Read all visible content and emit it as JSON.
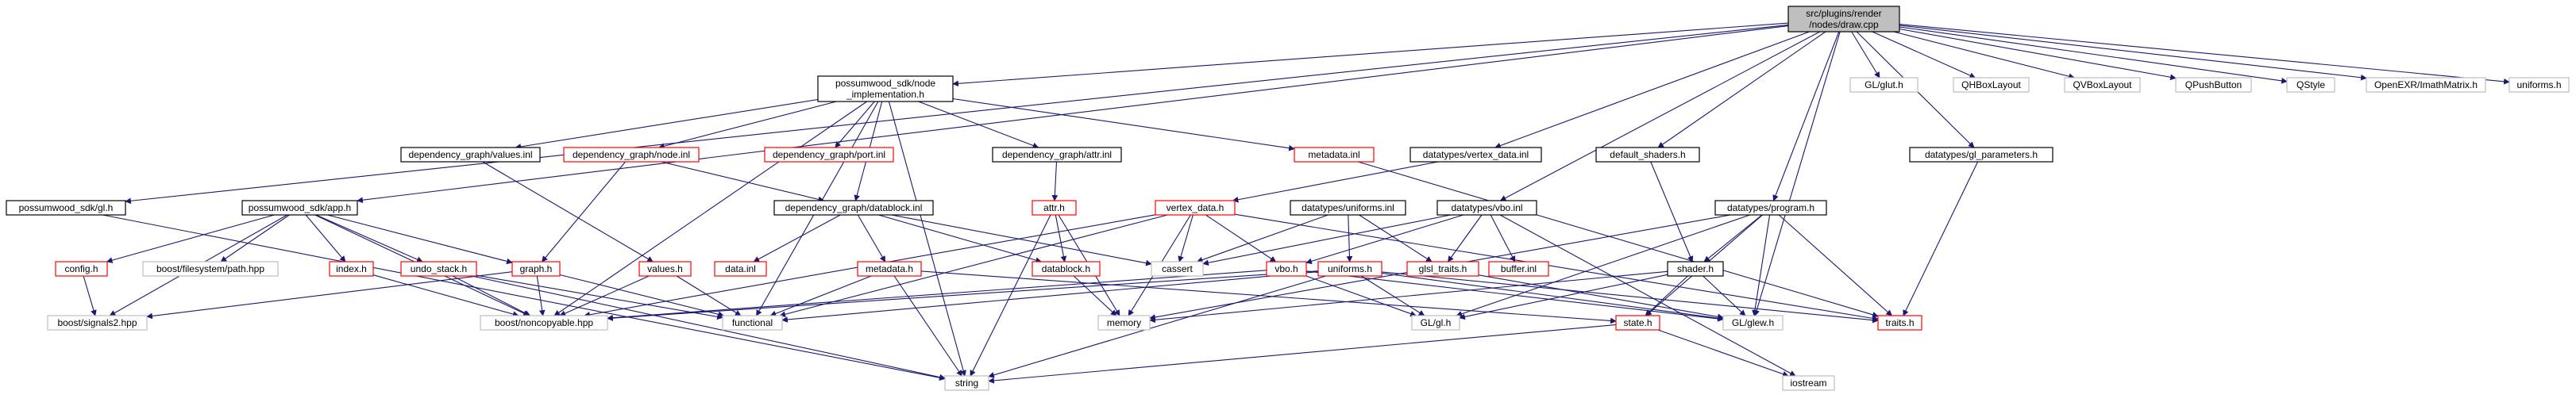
{
  "colors": {
    "root_fill": "#bfbfbf",
    "border_black": "#000000",
    "border_red": "#ff0000",
    "border_gray": "#bfbfbf",
    "edge": "#191970",
    "text": "#000000"
  },
  "nodes": [
    {
      "id": "root",
      "label": "src/plugins/render\n/nodes/draw.cpp",
      "style": "root"
    },
    {
      "id": "gl_h",
      "label": "possumwood_sdk/gl.h",
      "style": "black"
    },
    {
      "id": "app_h",
      "label": "possumwood_sdk/app.h",
      "style": "black"
    },
    {
      "id": "node_impl",
      "label": "possumwood_sdk/node\n_implementation.h",
      "style": "black"
    },
    {
      "id": "dg_values_inl",
      "label": "dependency_graph/values.inl",
      "style": "black"
    },
    {
      "id": "dg_node_inl",
      "label": "dependency_graph/node.inl",
      "style": "red"
    },
    {
      "id": "dg_port_inl",
      "label": "dependency_graph/port.inl",
      "style": "red"
    },
    {
      "id": "dg_attr_inl",
      "label": "dependency_graph/attr.inl",
      "style": "black"
    },
    {
      "id": "dt_vertex_data_inl",
      "label": "datatypes/vertex_data.inl",
      "style": "black"
    },
    {
      "id": "default_shaders_h",
      "label": "default_shaders.h",
      "style": "black"
    },
    {
      "id": "metadata_inl",
      "label": "metadata.inl",
      "style": "red"
    },
    {
      "id": "gl_parameters_h",
      "label": "datatypes/gl_parameters.h",
      "style": "black"
    },
    {
      "id": "glut_h",
      "label": "GL/glut.h",
      "style": "gray"
    },
    {
      "id": "qhbox",
      "label": "QHBoxLayout",
      "style": "gray"
    },
    {
      "id": "qvbox",
      "label": "QVBoxLayout",
      "style": "gray"
    },
    {
      "id": "qpush",
      "label": "QPushButton",
      "style": "gray"
    },
    {
      "id": "qstyle",
      "label": "QStyle",
      "style": "gray"
    },
    {
      "id": "imath",
      "label": "OpenEXR/ImathMatrix.h",
      "style": "gray"
    },
    {
      "id": "uniforms_h_top",
      "label": "uniforms.h",
      "style": "gray"
    },
    {
      "id": "dg_datablock_inl",
      "label": "dependency_graph/datablock.inl",
      "style": "black"
    },
    {
      "id": "dt_uniforms_inl",
      "label": "datatypes/uniforms.inl",
      "style": "black"
    },
    {
      "id": "dt_vbo_inl",
      "label": "datatypes/vbo.inl",
      "style": "black"
    },
    {
      "id": "dt_program_h",
      "label": "datatypes/program.h",
      "style": "black"
    },
    {
      "id": "config_h",
      "label": "config.h",
      "style": "red"
    },
    {
      "id": "boost_fs",
      "label": "boost/filesystem/path.hpp",
      "style": "gray"
    },
    {
      "id": "index_h",
      "label": "index.h",
      "style": "red"
    },
    {
      "id": "undo_stack_h",
      "label": "undo_stack.h",
      "style": "red"
    },
    {
      "id": "graph_h",
      "label": "graph.h",
      "style": "red"
    },
    {
      "id": "values_h",
      "label": "values.h",
      "style": "red"
    },
    {
      "id": "data_inl",
      "label": "data.inl",
      "style": "red"
    },
    {
      "id": "metadata_h",
      "label": "metadata.h",
      "style": "red"
    },
    {
      "id": "datablock_h",
      "label": "datablock.h",
      "style": "red"
    },
    {
      "id": "attr_h",
      "label": "attr.h",
      "style": "red"
    },
    {
      "id": "vertex_data_h",
      "label": "vertex_data.h",
      "style": "red"
    },
    {
      "id": "cassert",
      "label": "cassert",
      "style": "gray"
    },
    {
      "id": "vbo_h",
      "label": "vbo.h",
      "style": "red"
    },
    {
      "id": "uniforms_h",
      "label": "uniforms.h",
      "style": "red"
    },
    {
      "id": "glsl_traits_h",
      "label": "glsl_traits.h",
      "style": "red"
    },
    {
      "id": "buffer_inl",
      "label": "buffer.inl",
      "style": "red"
    },
    {
      "id": "shader_h",
      "label": "shader.h",
      "style": "black"
    },
    {
      "id": "traits_h",
      "label": "traits.h",
      "style": "red"
    },
    {
      "id": "boost_signals2",
      "label": "boost/signals2.hpp",
      "style": "gray"
    },
    {
      "id": "boost_noncopyable",
      "label": "boost/noncopyable.hpp",
      "style": "gray"
    },
    {
      "id": "functional",
      "label": "functional",
      "style": "gray"
    },
    {
      "id": "memory",
      "label": "memory",
      "style": "gray"
    },
    {
      "id": "gl_gl_h",
      "label": "GL/gl.h",
      "style": "gray"
    },
    {
      "id": "state_h",
      "label": "state.h",
      "style": "red"
    },
    {
      "id": "gl_glew_h",
      "label": "GL/glew.h",
      "style": "gray"
    },
    {
      "id": "string",
      "label": "string",
      "style": "gray"
    },
    {
      "id": "iostream",
      "label": "iostream",
      "style": "gray"
    }
  ],
  "edges": [
    [
      "root",
      "gl_h"
    ],
    [
      "root",
      "app_h"
    ],
    [
      "root",
      "node_impl"
    ],
    [
      "root",
      "dt_vertex_data_inl"
    ],
    [
      "root",
      "default_shaders_h"
    ],
    [
      "root",
      "gl_parameters_h"
    ],
    [
      "root",
      "glut_h"
    ],
    [
      "root",
      "qhbox"
    ],
    [
      "root",
      "qvbox"
    ],
    [
      "root",
      "qpush"
    ],
    [
      "root",
      "qstyle"
    ],
    [
      "root",
      "imath"
    ],
    [
      "root",
      "uniforms_h_top"
    ],
    [
      "root",
      "dt_vbo_inl"
    ],
    [
      "root",
      "dt_program_h"
    ],
    [
      "root",
      "gl_glew_h"
    ],
    [
      "gl_h",
      "string"
    ],
    [
      "app_h",
      "boost_signals2"
    ],
    [
      "app_h",
      "config_h"
    ],
    [
      "app_h",
      "boost_fs"
    ],
    [
      "app_h",
      "index_h"
    ],
    [
      "app_h",
      "undo_stack_h"
    ],
    [
      "app_h",
      "graph_h"
    ],
    [
      "app_h",
      "boost_noncopyable"
    ],
    [
      "node_impl",
      "dg_values_inl"
    ],
    [
      "node_impl",
      "dg_node_inl"
    ],
    [
      "node_impl",
      "dg_port_inl"
    ],
    [
      "node_impl",
      "dg_attr_inl"
    ],
    [
      "node_impl",
      "dg_datablock_inl"
    ],
    [
      "node_impl",
      "metadata_inl"
    ],
    [
      "node_impl",
      "boost_noncopyable"
    ],
    [
      "node_impl",
      "functional"
    ],
    [
      "node_impl",
      "string"
    ],
    [
      "dg_values_inl",
      "values_h"
    ],
    [
      "dg_node_inl",
      "graph_h"
    ],
    [
      "dg_node_inl",
      "dg_datablock_inl"
    ],
    [
      "dg_attr_inl",
      "attr_h"
    ],
    [
      "dg_datablock_inl",
      "data_inl"
    ],
    [
      "dg_datablock_inl",
      "metadata_h"
    ],
    [
      "dg_datablock_inl",
      "datablock_h"
    ],
    [
      "dg_datablock_inl",
      "cassert"
    ],
    [
      "config_h",
      "boost_signals2"
    ],
    [
      "index_h",
      "boost_noncopyable"
    ],
    [
      "undo_stack_h",
      "boost_noncopyable"
    ],
    [
      "undo_stack_h",
      "functional"
    ],
    [
      "undo_stack_h",
      "string"
    ],
    [
      "graph_h",
      "boost_signals2"
    ],
    [
      "graph_h",
      "boost_noncopyable"
    ],
    [
      "graph_h",
      "functional"
    ],
    [
      "values_h",
      "boost_noncopyable"
    ],
    [
      "values_h",
      "functional"
    ],
    [
      "metadata_h",
      "functional"
    ],
    [
      "metadata_h",
      "string"
    ],
    [
      "metadata_h",
      "state_h"
    ],
    [
      "datablock_h",
      "memory"
    ],
    [
      "attr_h",
      "datablock_h"
    ],
    [
      "attr_h",
      "memory"
    ],
    [
      "attr_h",
      "string"
    ],
    [
      "dt_vertex_data_inl",
      "vertex_data_h"
    ],
    [
      "vertex_data_h",
      "boost_noncopyable"
    ],
    [
      "vertex_data_h",
      "functional"
    ],
    [
      "vertex_data_h",
      "memory"
    ],
    [
      "vertex_data_h",
      "vbo_h"
    ],
    [
      "vertex_data_h",
      "traits_h"
    ],
    [
      "vertex_data_h",
      "cassert"
    ],
    [
      "dt_uniforms_inl",
      "cassert"
    ],
    [
      "dt_uniforms_inl",
      "uniforms_h"
    ],
    [
      "dt_uniforms_inl",
      "glsl_traits_h"
    ],
    [
      "dt_vbo_inl",
      "vbo_h"
    ],
    [
      "dt_vbo_inl",
      "cassert"
    ],
    [
      "dt_vbo_inl",
      "glsl_traits_h"
    ],
    [
      "dt_vbo_inl",
      "buffer_inl"
    ],
    [
      "dt_vbo_inl",
      "iostream"
    ],
    [
      "vbo_h",
      "boost_noncopyable"
    ],
    [
      "vbo_h",
      "gl_gl_h"
    ],
    [
      "vbo_h",
      "gl_glew_h"
    ],
    [
      "uniforms_h",
      "boost_noncopyable"
    ],
    [
      "uniforms_h",
      "functional"
    ],
    [
      "uniforms_h",
      "gl_gl_h"
    ],
    [
      "uniforms_h",
      "gl_glew_h"
    ],
    [
      "uniforms_h",
      "traits_h"
    ],
    [
      "uniforms_h",
      "string"
    ],
    [
      "glsl_traits_h",
      "gl_glew_h"
    ],
    [
      "default_shaders_h",
      "shader_h"
    ],
    [
      "dt_program_h",
      "shader_h"
    ],
    [
      "dt_program_h",
      "memory"
    ],
    [
      "dt_program_h",
      "gl_gl_h"
    ],
    [
      "dt_program_h",
      "gl_glew_h"
    ],
    [
      "dt_program_h",
      "state_h"
    ],
    [
      "dt_program_h",
      "traits_h"
    ],
    [
      "shader_h",
      "gl_gl_h"
    ],
    [
      "shader_h",
      "gl_glew_h"
    ],
    [
      "shader_h",
      "state_h"
    ],
    [
      "shader_h",
      "memory"
    ],
    [
      "state_h",
      "string"
    ],
    [
      "state_h",
      "iostream"
    ],
    [
      "metadata_inl",
      "traits_h"
    ],
    [
      "gl_parameters_h",
      "traits_h"
    ]
  ]
}
